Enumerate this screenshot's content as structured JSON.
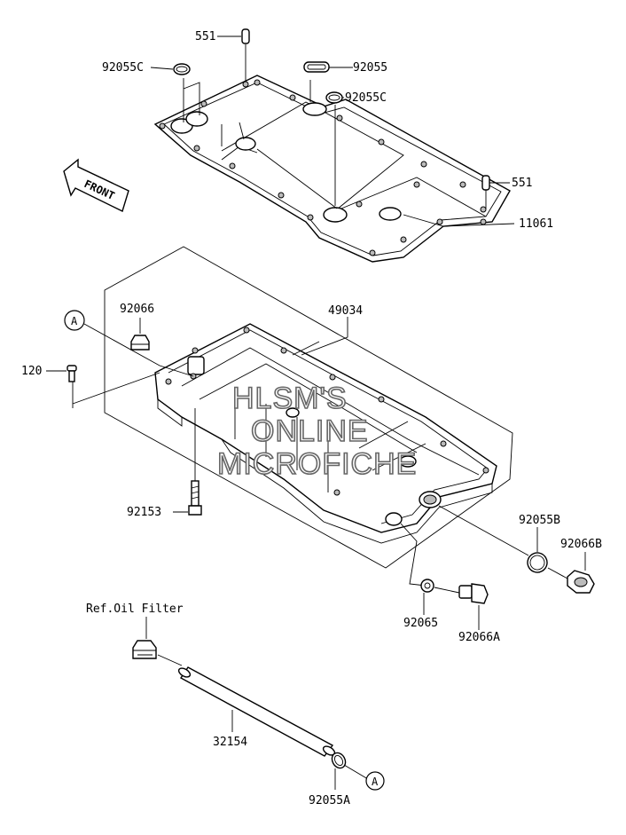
{
  "front_label": "FRONT",
  "ref_label": "Ref.Oil Filter",
  "circle_ref": "A",
  "watermark": [
    "HLSM'S",
    "ONLINE",
    "MICROFICHE"
  ],
  "labels": {
    "p551_top": "551",
    "p92055C_left": "92055C",
    "p92055": "92055",
    "p92055C_right": "92055C",
    "p551_right": "551",
    "p11061": "11061",
    "p49034": "49034",
    "p92066": "92066",
    "p120": "120",
    "p92153": "92153",
    "p92055B": "92055B",
    "p92066B": "92066B",
    "p92065": "92065",
    "p92066A": "92066A",
    "p32154": "32154",
    "p92055A": "92055A"
  }
}
